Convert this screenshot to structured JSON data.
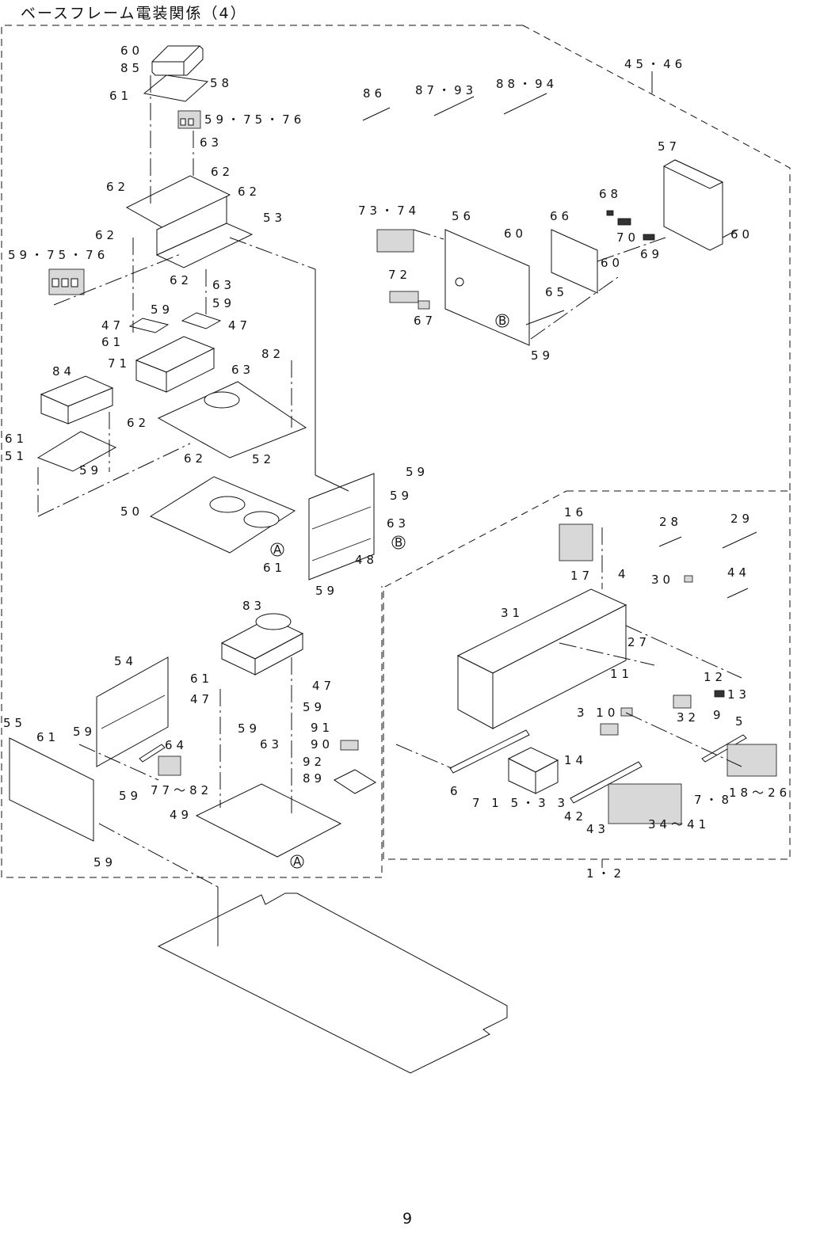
{
  "title": "ベースフレーム電装関係（4）",
  "page_number": "9",
  "reference_marks": [
    "A",
    "B"
  ],
  "callouts": {
    "c60a": "60",
    "c85": "85",
    "c61a": "61",
    "c58": "58",
    "c59_75_76a": "59・75・76",
    "c63a": "63",
    "c62a": "62",
    "c62b": "62",
    "c62c": "62",
    "c53": "53",
    "c62d": "62",
    "c59_75_76b": "59・75・76",
    "c62e": "62",
    "c63b": "63",
    "c59a": "59",
    "c47a": "47",
    "c47b": "47",
    "c61b": "61",
    "c71": "71",
    "c82a": "82",
    "c63c": "63",
    "c84": "84",
    "c62f": "62",
    "c61c": "61",
    "c51": "51",
    "c59b": "59",
    "c62g": "62",
    "c52": "52",
    "c59c": "59",
    "c59d": "59",
    "c50": "50",
    "c63d": "63",
    "c61d": "61",
    "c48": "48",
    "c59e": "59",
    "c83": "83",
    "c54": "54",
    "c61e": "61",
    "c47c": "47",
    "c47d": "47",
    "c59f": "59",
    "c55": "55",
    "c61f": "61",
    "c59g": "59",
    "c64": "64",
    "c59h": "59",
    "c91": "91",
    "c63e": "63",
    "c90": "90",
    "c92": "92",
    "c89": "89",
    "c59i": "59",
    "c77_82": "77～82",
    "c49": "49",
    "c59j": "59",
    "c45_46": "45・46",
    "c86": "86",
    "c87_93": "87・93",
    "c88_94": "88・94",
    "c57": "57",
    "c73_74": "73・74",
    "c56": "56",
    "c60b": "60",
    "c66": "66",
    "c68": "68",
    "c70": "70",
    "c69": "69",
    "c60c": "60",
    "c60d": "60",
    "c72": "72",
    "c65": "65",
    "c67": "67",
    "c59k": "59",
    "c16": "16",
    "c28": "28",
    "c29": "29",
    "c17": "17",
    "c4": "4",
    "c30": "30",
    "c44": "44",
    "c31": "31",
    "c27": "27",
    "c12": "12",
    "c11": "11",
    "c13": "13",
    "c3_10": "3 10",
    "c32": "32",
    "c9": "9",
    "c5": "5",
    "c14": "14",
    "c6": "6",
    "c7_15_33": "7 1 5・3 3",
    "c42": "42",
    "c43": "43",
    "c34_41": "34～41",
    "c7_8": "7・8",
    "c18_26": "18～26",
    "c1_2": "1・2"
  }
}
